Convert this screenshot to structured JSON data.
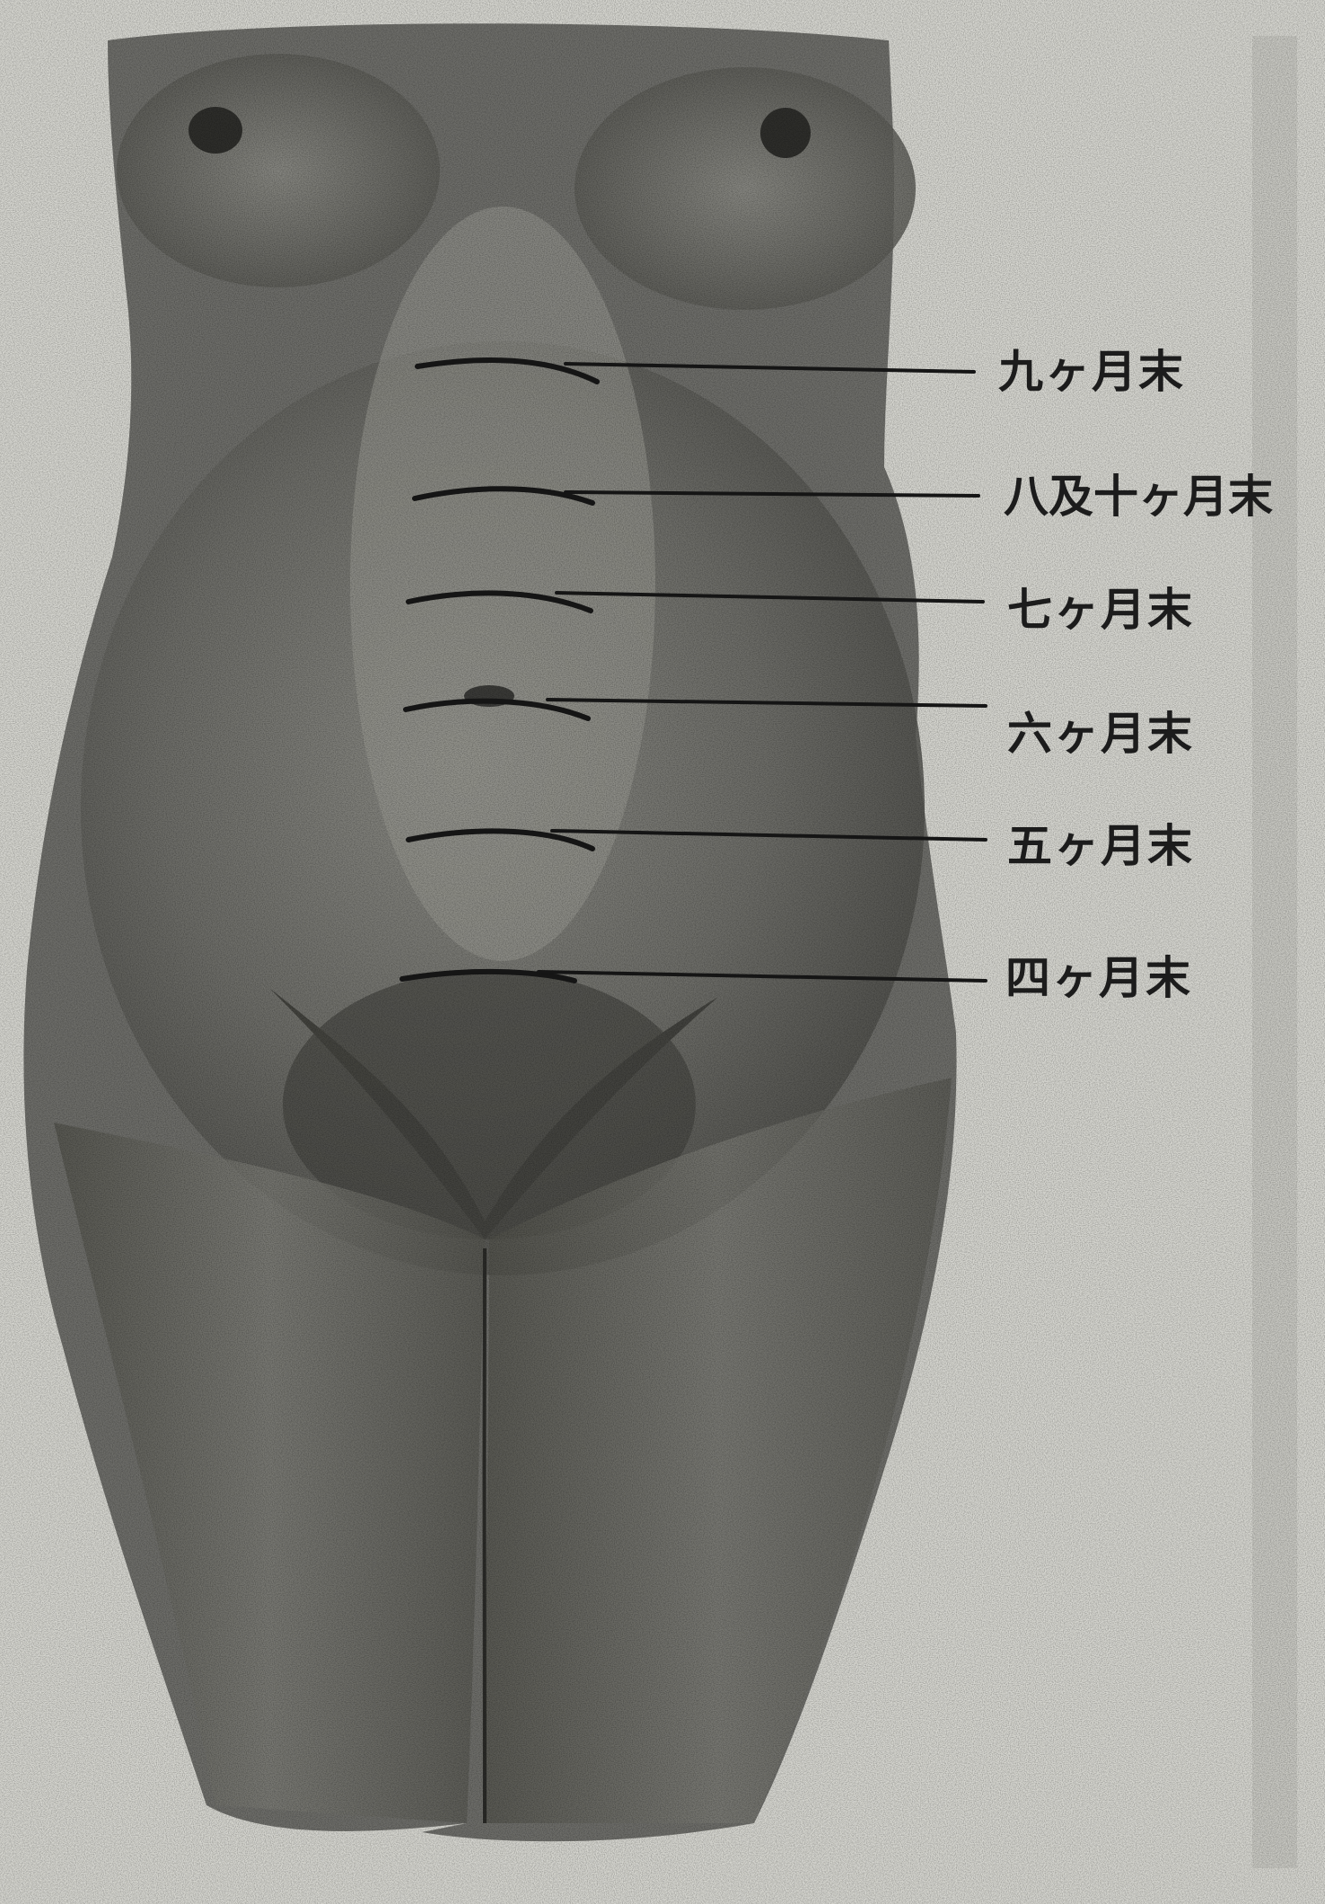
{
  "colors": {
    "paper": "#d7d7d1",
    "body_tone": "#6e6e6a",
    "ink": "#1c1c1c"
  },
  "figure": {
    "labels": [
      "九ヶ月末",
      "八及十ヶ月末",
      "七ヶ月末",
      "六ヶ月末",
      "五ヶ月末",
      "四ヶ月末"
    ]
  }
}
